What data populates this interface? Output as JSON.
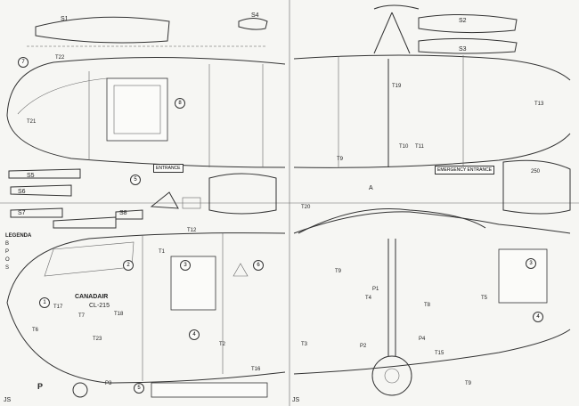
{
  "labels": {
    "s1": "S1",
    "s4": "S4",
    "s2": "S2",
    "s3": "S3",
    "s5": "S5",
    "s6": "S6",
    "s7": "S7",
    "s8": "S8",
    "t22": "T22",
    "t21": "T21",
    "t12": "T12",
    "t19": "T19",
    "t13": "T13",
    "t10": "T10",
    "t11": "T11",
    "t9a": "T9",
    "t20": "T20",
    "t9b": "T9",
    "t8": "T8",
    "t5": "T5",
    "t15": "T15",
    "t9c": "T9",
    "t1": "T1",
    "t2": "T2",
    "t3": "T3",
    "t4": "T4",
    "t6": "T6",
    "t7": "T7",
    "t16": "T16",
    "t17": "T17",
    "t18": "T18",
    "t23": "T23",
    "p1": "P1",
    "p2": "P2",
    "p3": "P3",
    "p4": "P4",
    "p_big": "P",
    "a_mark": "A",
    "name": "CANADAIR",
    "model": "CL-215",
    "legend": "LEGENDA",
    "legend_items": [
      "B",
      "P",
      "O",
      "S"
    ],
    "emergency": "EMERGENCY ENTRANCE",
    "entrance": "ENTRANCE",
    "js1": "JS",
    "js2": "JS",
    "c1": "1",
    "c2": "2",
    "c3": "3",
    "c4": "4",
    "c5": "5",
    "c6": "6",
    "c7": "7",
    "c8": "8",
    "c3b": "3",
    "c4b": "4",
    "c5b": "5",
    "dim": "250"
  }
}
